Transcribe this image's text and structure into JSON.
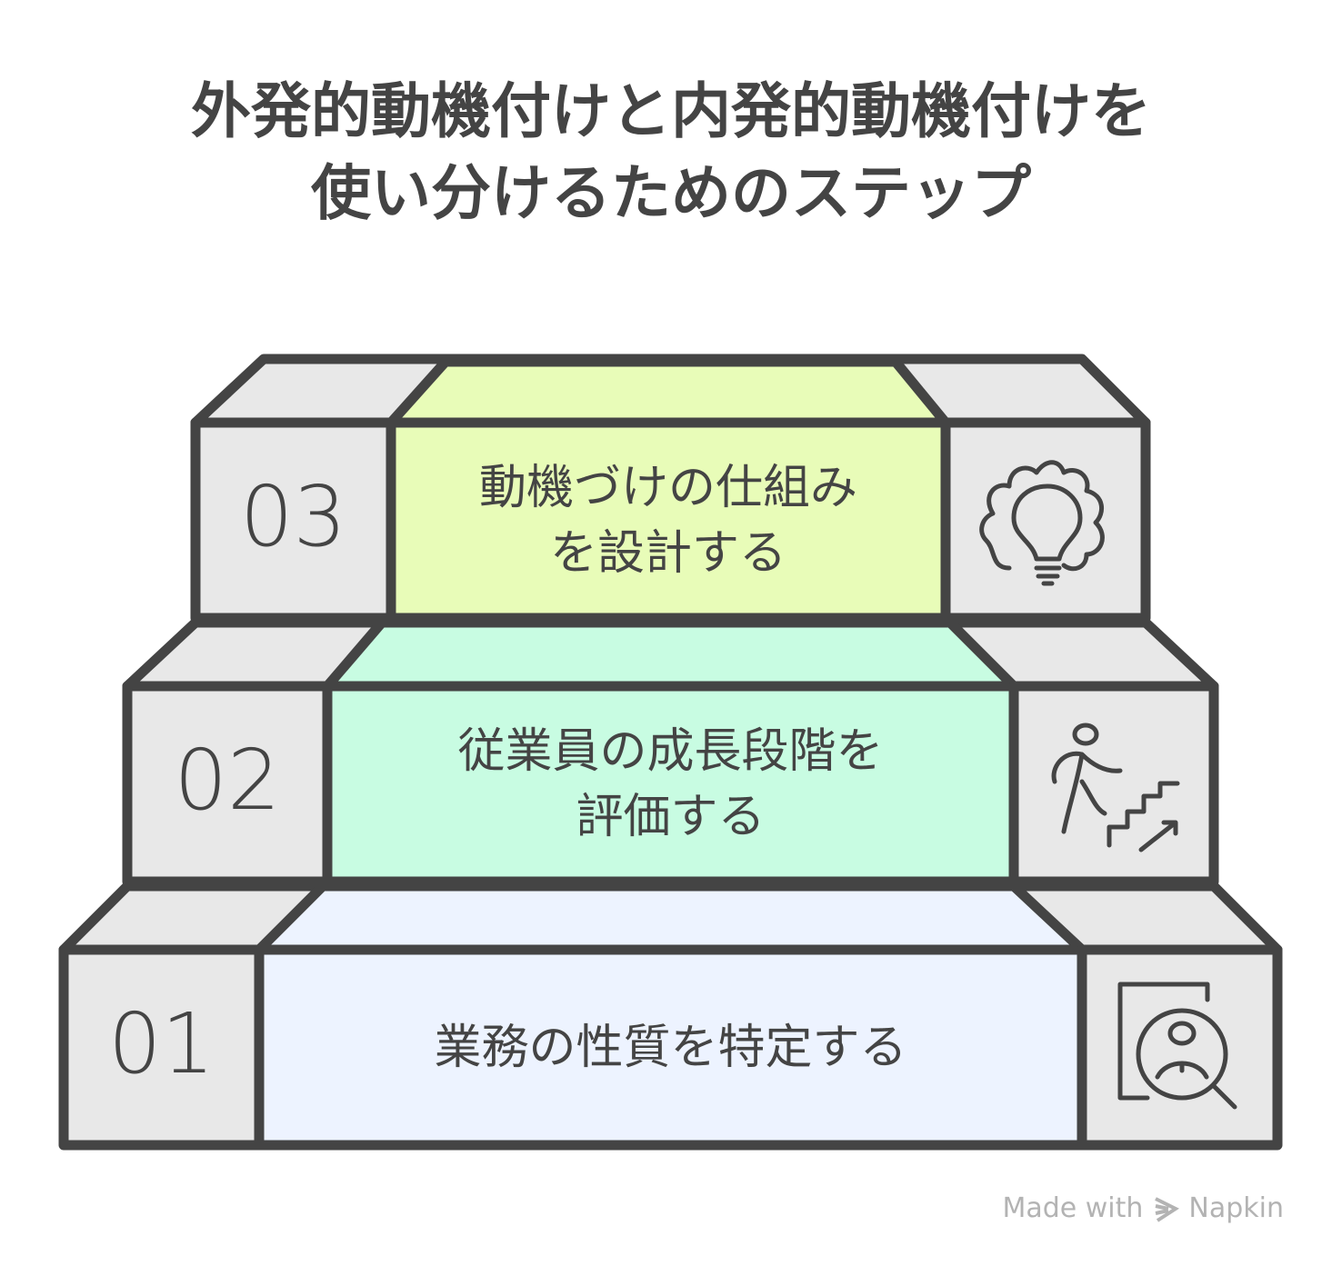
{
  "title": {
    "line1": "外発的動機付けと内発的動機付けを",
    "line2": "使い分けるためのステップ"
  },
  "steps": [
    {
      "number": "01",
      "label": "業務の性質を特定する",
      "icon": "person-search-icon",
      "color": "#edf3ff"
    },
    {
      "number": "02",
      "label_line1": "従業員の成長段階を",
      "label_line2": "評価する",
      "icon": "person-climbing-stairs-icon",
      "color": "#c8fce2"
    },
    {
      "number": "03",
      "label_line1": "動機づけの仕組み",
      "label_line2": "を設計する",
      "icon": "gear-lightbulb-icon",
      "color": "#e8fcb8"
    }
  ],
  "colors": {
    "stroke": "#444444",
    "side": "#e8e8e8"
  },
  "footer": {
    "made_with": "Made with",
    "brand": "Napkin"
  }
}
